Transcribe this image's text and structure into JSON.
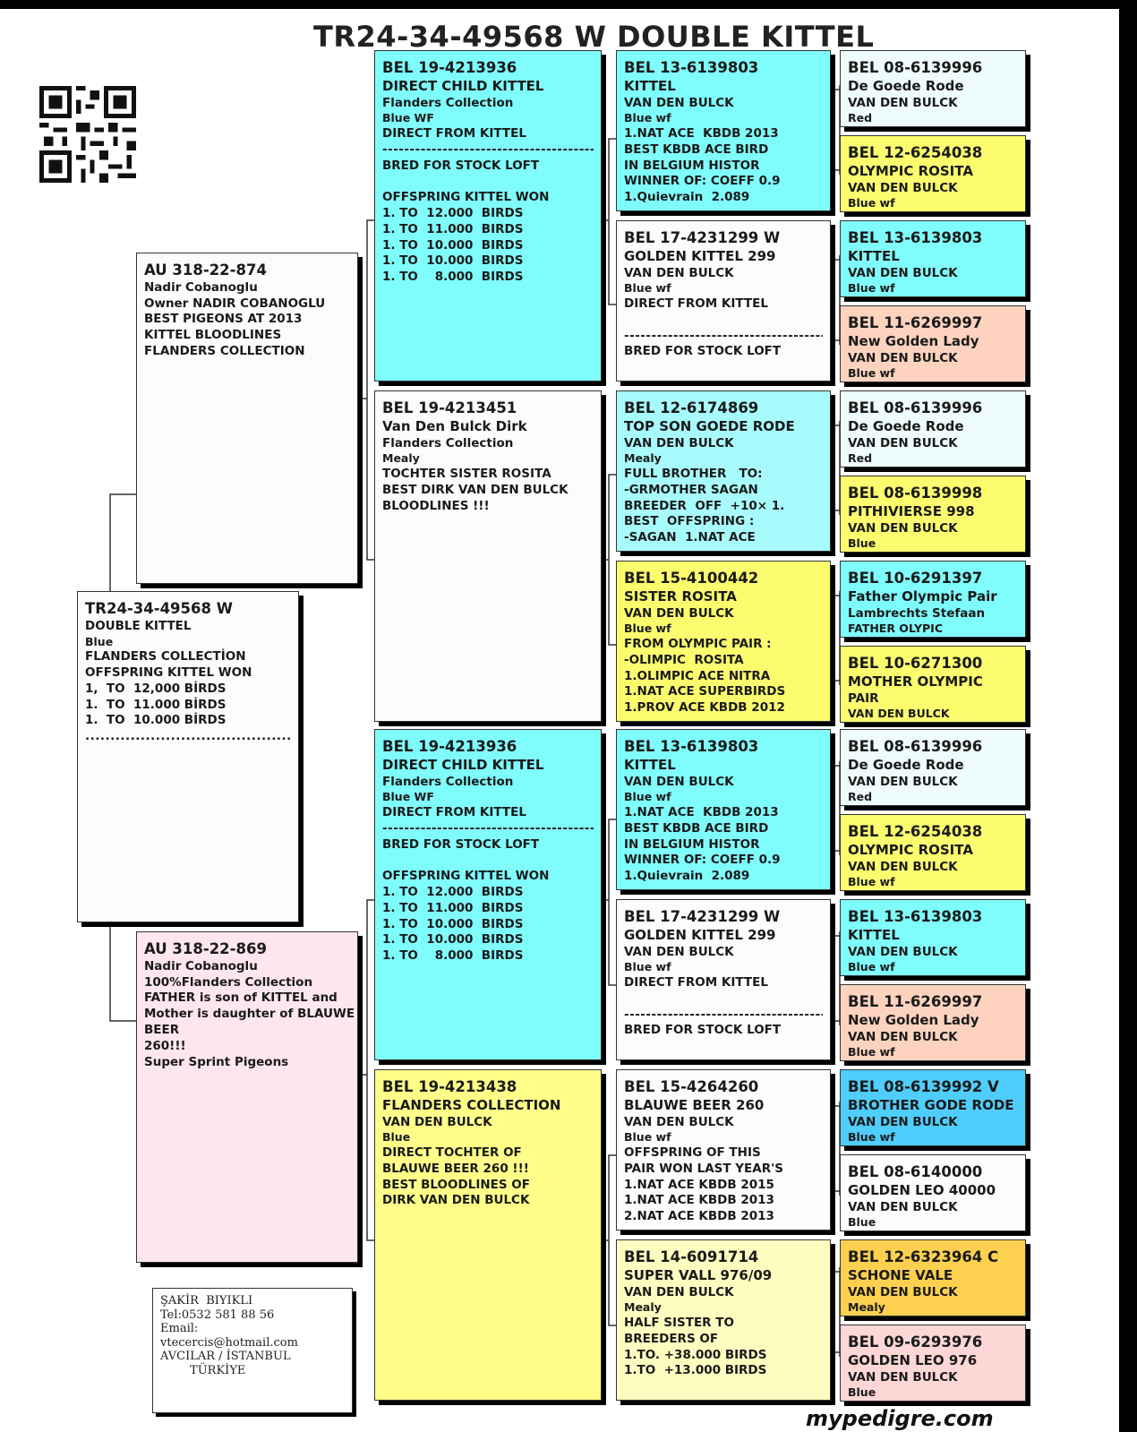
{
  "title": "TR24-34-49568 W  DOUBLE KITTEL",
  "website": "mypedigre.com",
  "contact": [
    "ŞAKİR  BIYIKLI",
    "Tel:0532 581 88 56",
    "Email:",
    "vtecercis@hotmail.com",
    "AVCILAR / İSTANBUL",
    "        TÜRKİYE"
  ],
  "subject": {
    "lines": [
      "TR24-34-49568 W",
      "DOUBLE KITTEL",
      "Blue",
      "FLANDERS COLLECTİON",
      "OFFSPRING KITTEL WON",
      "1,  TO  12,000 BİRDS",
      "1.  TO  11.000 BİRDS",
      "1.  TO  10.000 BİRDS",
      "..........................................."
    ]
  },
  "sire": {
    "lines": [
      "AU 318-22-874",
      "Nadir Cobanoglu",
      "Owner NADIR COBANOGLU",
      "BEST PIGEONS AT 2013",
      "KITTEL BLOODLINES",
      "FLANDERS COLLECTION"
    ]
  },
  "dam": {
    "lines": [
      "AU 318-22-869",
      "Nadir Cobanoglu",
      "100%Flanders Collection",
      "FATHER is son of KITTEL and",
      "Mother is daughter of BLAUWE",
      "BEER",
      "260!!!",
      "Super Sprint Pigeons"
    ]
  },
  "gen2": [
    {
      "lines": [
        "BEL 19-4213936",
        "DIRECT CHILD KITTEL",
        "Flanders Collection",
        "Blue WF",
        "DIRECT FROM KITTEL",
        "----------------------------------------------",
        "BRED FOR STOCK LOFT",
        "",
        "OFFSPRING KITTEL WON",
        "1. TO  12.000  BIRDS",
        "1. TO  11.000  BIRDS",
        "1. TO  10.000  BIRDS",
        "1. TO  10.000  BIRDS",
        "1. TO    8.000  BIRDS"
      ]
    },
    {
      "lines": [
        "BEL 19-4213451",
        "Van Den Bulck Dirk",
        "Flanders Collection",
        "Mealy",
        "TOCHTER SISTER ROSITA",
        "BEST DIRK VAN DEN BULCK",
        "BLOODLINES !!!"
      ]
    },
    {
      "lines": [
        "BEL 19-4213936",
        "DIRECT CHILD KITTEL",
        "Flanders Collection",
        "Blue WF",
        "DIRECT FROM KITTEL",
        "----------------------------------------------",
        "BRED FOR STOCK LOFT",
        "",
        "OFFSPRING KITTEL WON",
        "1. TO  12.000  BIRDS",
        "1. TO  11.000  BIRDS",
        "1. TO  10.000  BIRDS",
        "1. TO  10.000  BIRDS",
        "1. TO    8.000  BIRDS"
      ]
    },
    {
      "lines": [
        "BEL 19-4213438",
        "FLANDERS COLLECTION",
        "VAN DEN BULCK",
        "Blue",
        "DIRECT TOCHTER OF",
        "BLAUWE BEER 260 !!!",
        "BEST BLOODLINES OF",
        "DIRK VAN DEN BULCK"
      ]
    }
  ],
  "gen3": [
    {
      "lines": [
        "BEL 13-6139803",
        "KITTEL",
        "VAN DEN BULCK",
        "Blue wf",
        "1.NAT ACE  KBDB 2013",
        "BEST KBDB ACE BIRD",
        "IN BELGIUM HISTOR",
        "WINNER OF: COEFF 0.9",
        "1.Quievrain  2.089"
      ]
    },
    {
      "lines": [
        "BEL 17-4231299 W",
        "GOLDEN KITTEL 299",
        "VAN DEN BULCK",
        "Blue wf",
        "DIRECT FROM KITTEL",
        "",
        "---------------------------------------",
        "BRED FOR STOCK LOFT"
      ]
    },
    {
      "lines": [
        "BEL 12-6174869",
        "TOP SON GOEDE RODE",
        "VAN DEN BULCK",
        "Mealy",
        "FULL BROTHER   TO:",
        "-GRMOTHER SAGAN",
        "BREEDER  OFF  +10× 1.",
        "BEST  OFFSPRING :",
        "-SAGAN  1.NAT ACE"
      ]
    },
    {
      "lines": [
        "BEL 15-4100442",
        "SISTER ROSITA",
        "VAN DEN BULCK",
        "Blue wf",
        "FROM OLYMPIC PAIR :",
        "-OLIMPIC  ROSITA",
        "1.OLIMPIC ACE NITRA",
        "1.NAT ACE SUPERBIRDS",
        "1.PROV ACE KBDB 2012"
      ]
    },
    {
      "lines": [
        "BEL 13-6139803",
        "KITTEL",
        "VAN DEN BULCK",
        "Blue wf",
        "1.NAT ACE  KBDB 2013",
        "BEST KBDB ACE BIRD",
        "IN BELGIUM HISTOR",
        "WINNER OF: COEFF 0.9",
        "1.Quievrain  2.089"
      ]
    },
    {
      "lines": [
        "BEL 17-4231299 W",
        "GOLDEN KITTEL 299",
        "VAN DEN BULCK",
        "Blue wf",
        "DIRECT FROM KITTEL",
        "",
        "---------------------------------------",
        "BRED FOR STOCK LOFT"
      ]
    },
    {
      "lines": [
        "BEL 15-4264260",
        "BLAUWE BEER 260",
        "VAN DEN BULCK",
        "Blue wf",
        "OFFSPRING OF THIS",
        "PAIR WON LAST YEAR'S",
        "1.NAT ACE KBDB 2015",
        "1.NAT ACE KBDB 2013",
        "2.NAT ACE KBDB 2013"
      ]
    },
    {
      "lines": [
        "BEL 14-6091714",
        "SUPER VALL 976/09",
        "VAN DEN BULCK",
        "Mealy",
        "HALF SISTER TO",
        "BREEDERS OF",
        "1.TO. +38.000 BIRDS",
        "1.TO  +13.000 BIRDS"
      ]
    }
  ],
  "gen4": [
    {
      "lines": [
        "BEL 08-6139996",
        "De Goede Rode",
        "VAN DEN BULCK",
        "Red"
      ]
    },
    {
      "lines": [
        "BEL 12-6254038",
        "OLYMPIC ROSITA",
        "VAN DEN BULCK",
        "Blue wf"
      ]
    },
    {
      "lines": [
        "BEL 13-6139803",
        "KITTEL",
        "VAN DEN BULCK",
        "Blue wf"
      ]
    },
    {
      "lines": [
        "BEL 11-6269997",
        "New Golden Lady",
        "VAN DEN BULCK",
        "Blue wf"
      ]
    },
    {
      "lines": [
        "BEL 08-6139996",
        "De Goede Rode",
        "VAN DEN BULCK",
        "Red"
      ]
    },
    {
      "lines": [
        "BEL 08-6139998",
        "PITHIVIERSE 998",
        "VAN DEN BULCK",
        "Blue"
      ]
    },
    {
      "lines": [
        "BEL 10-6291397",
        "Father Olympic Pair",
        "Lambrechts Stefaan",
        "FATHER OLYPIC"
      ]
    },
    {
      "lines": [
        "BEL 10-6271300",
        "MOTHER OLYMPIC",
        "PAIR",
        "VAN DEN BULCK"
      ]
    },
    {
      "lines": [
        "BEL 08-6139996",
        "De Goede Rode",
        "VAN DEN BULCK",
        "Red"
      ]
    },
    {
      "lines": [
        "BEL 12-6254038",
        "OLYMPIC ROSITA",
        "VAN DEN BULCK",
        "Blue wf"
      ]
    },
    {
      "lines": [
        "BEL 13-6139803",
        "KITTEL",
        "VAN DEN BULCK",
        "Blue wf"
      ]
    },
    {
      "lines": [
        "BEL 11-6269997",
        "New Golden Lady",
        "VAN DEN BULCK",
        "Blue wf"
      ]
    },
    {
      "lines": [
        "BEL 08-6139992 V",
        "BROTHER GODE RODE",
        "VAN DEN BULCK",
        "Blue wf"
      ]
    },
    {
      "lines": [
        "BEL 08-6140000",
        "GOLDEN LEO 40000",
        "VAN DEN BULCK",
        "Blue"
      ]
    },
    {
      "lines": [
        "BEL 12-6323964 C",
        "SCHONE VALE",
        "VAN DEN BULCK",
        "Mealy"
      ]
    },
    {
      "lines": [
        "BEL 09-6293976",
        "GOLDEN LEO 976",
        "VAN DEN BULCK",
        "Blue"
      ]
    }
  ]
}
